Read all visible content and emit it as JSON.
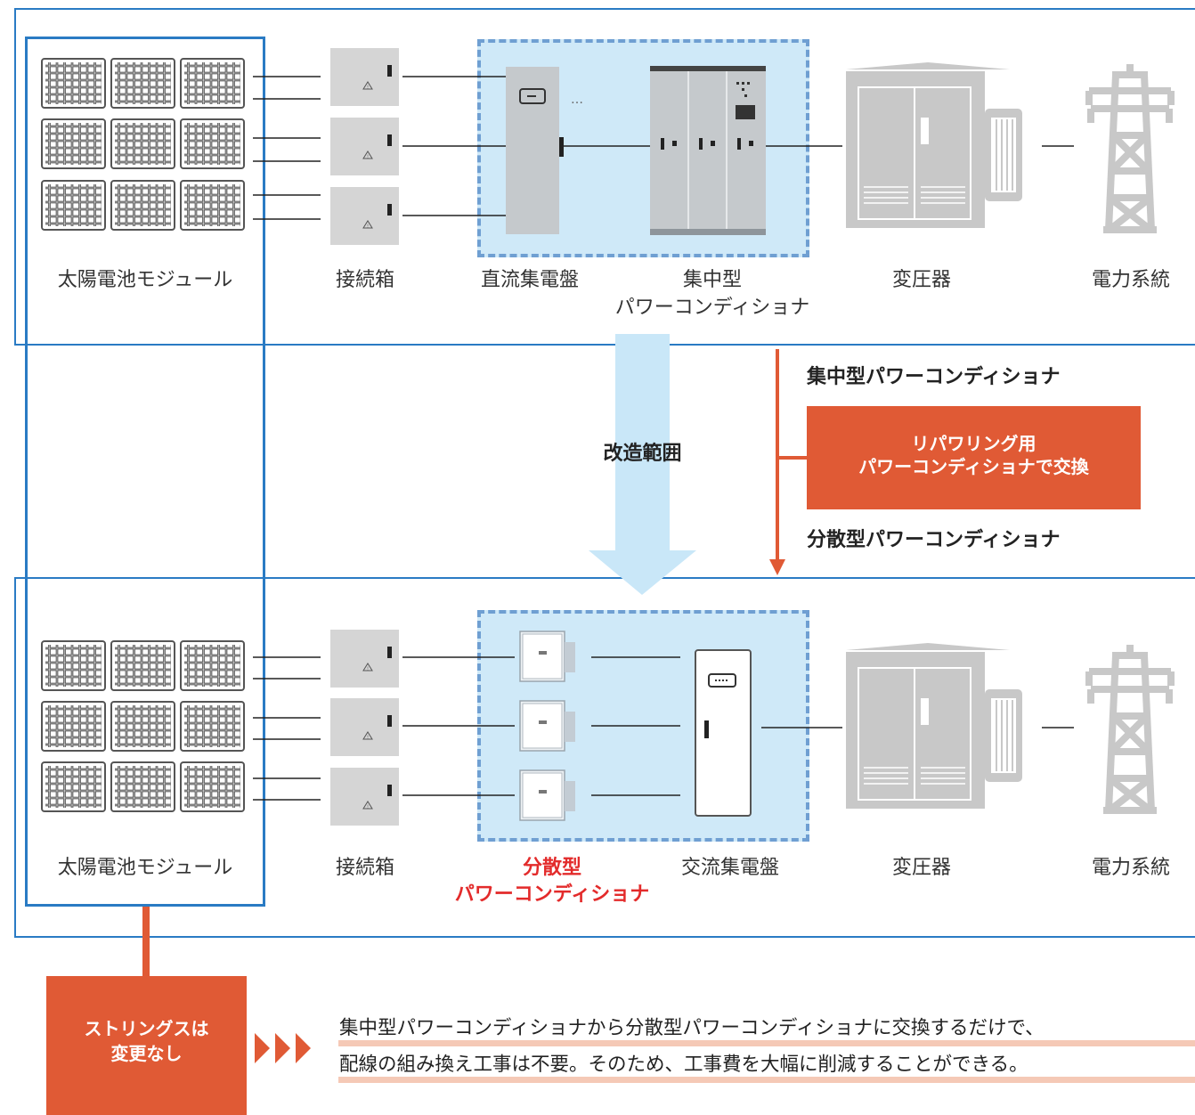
{
  "top": {
    "labels": {
      "modules": "太陽電池モジュール",
      "junction_box": "接続箱",
      "dc_board": "直流集電盤",
      "pcs_line1": "集中型",
      "pcs_line2": "パワーコンディショナ",
      "transformer": "変圧器",
      "grid": "電力系統"
    }
  },
  "middle": {
    "scope_label": "改造範囲",
    "from_label": "集中型パワーコンディショナ",
    "replace_line1": "リパワリング用",
    "replace_line2": "パワーコンディショナで交換",
    "to_label": "分散型パワーコンディショナ"
  },
  "bottom": {
    "labels": {
      "modules": "太陽電池モジュール",
      "junction_box": "接続箱",
      "pcs_line1": "分散型",
      "pcs_line2": "パワーコンディショナ",
      "ac_board": "交流集電盤",
      "transformer": "変圧器",
      "grid": "電力系統"
    }
  },
  "footer": {
    "badge_line1": "ストリングスは",
    "badge_line2": "変更なし",
    "desc_line1": "集中型パワーコンディショナから分散型パワーコンディショナに交換するだけで、",
    "desc_line2": "配線の組み換え工事は不要。そのため、工事費を大幅に削減することができる。",
    "colors": {
      "accent": "#e05a35",
      "frame": "#2a7bc4",
      "zone": "#cfe9f8",
      "red_text": "#e32b2b"
    }
  }
}
